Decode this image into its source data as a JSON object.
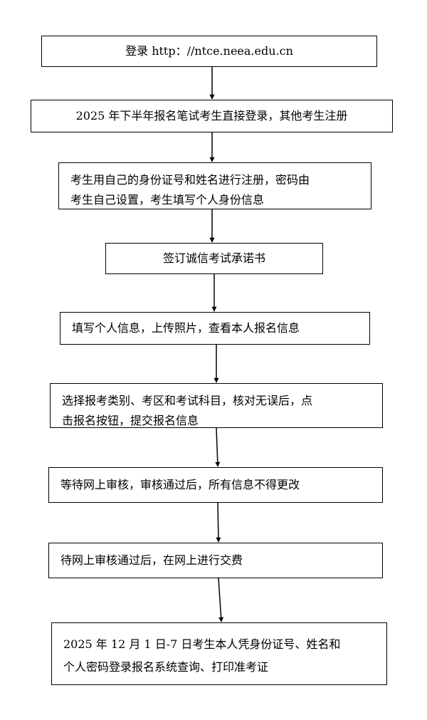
{
  "steps": [
    {
      "lines": [
        "登录 http：//ntce.neea.edu.cn"
      ]
    },
    {
      "lines": [
        "2025 年下半年报名笔试考生直接登录，其他考生注册"
      ]
    },
    {
      "lines": [
        "考生用自己的身份证号和姓名进行注册，密码由",
        "考生自己设置，考生填写个人身份信息"
      ]
    },
    {
      "lines": [
        "签订诚信考试承诺书"
      ]
    },
    {
      "lines": [
        "填写个人信息，上传照片，查看本人报名信息"
      ]
    },
    {
      "lines": [
        "选择报考类别、考区和考试科目，核对无误后，点",
        "击报名按钮，提交报名信息"
      ]
    },
    {
      "lines": [
        "等待网上审核，审核通过后，所有信息不得更改"
      ]
    },
    {
      "lines": [
        "待网上审核通过后，在网上进行交费"
      ]
    },
    {
      "lines": [
        "2025 年 12 月 1 日-7 日考生本人凭身份证号、姓名和",
        "个人密码登录报名系统查询、打印准考证"
      ]
    }
  ]
}
